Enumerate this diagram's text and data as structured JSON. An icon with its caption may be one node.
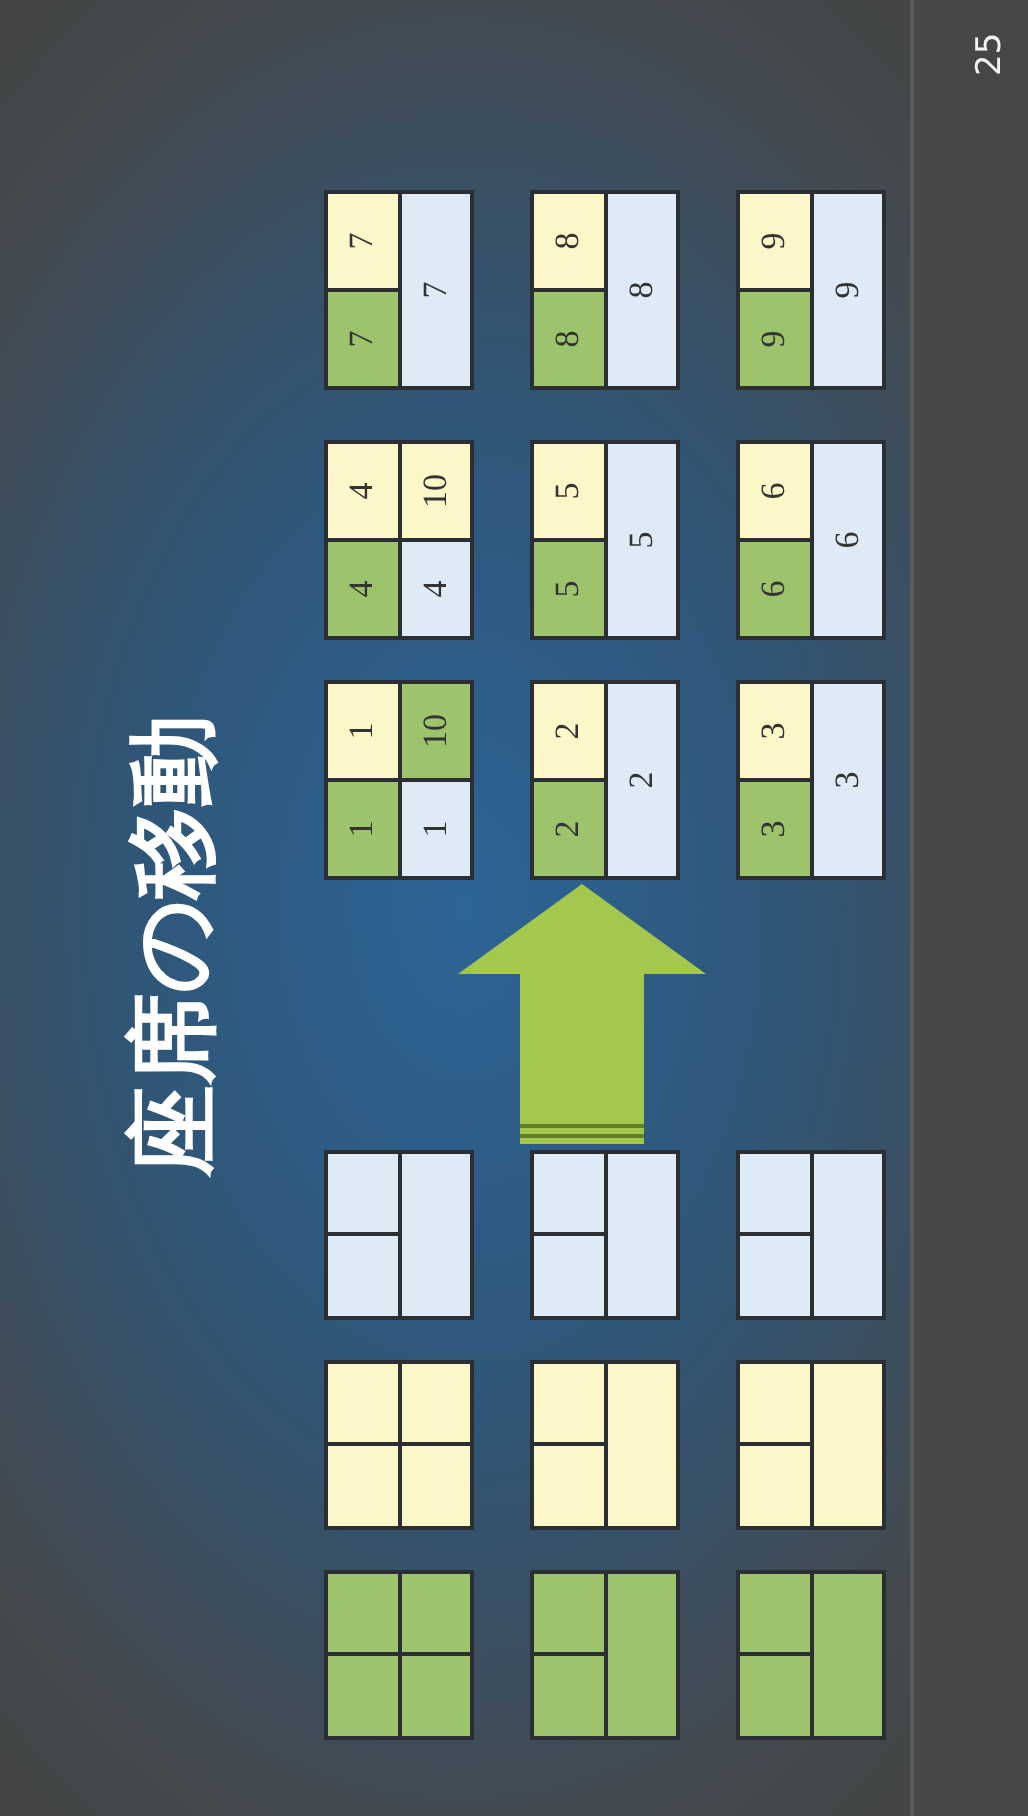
{
  "diagram": {
    "title": "座席の移動",
    "nodes": [
      {
        "text": [],
        "shape": "box"
      },
      {
        "text": [],
        "shape": "box"
      },
      {
        "text": [],
        "shape": "box"
      },
      {
        "text": [],
        "shape": "box"
      },
      {
        "text": [],
        "shape": "box"
      },
      {
        "text": [],
        "shape": "box"
      },
      {
        "text": [],
        "shape": "box"
      },
      {
        "text": [],
        "shape": "box"
      },
      {
        "text": [],
        "shape": "box"
      },
      {
        "text": [
          "1",
          "1",
          "1",
          "10"
        ]
      },
      {
        "text": [
          "4",
          "4",
          "4",
          "10"
        ]
      },
      {
        "text": [
          "7",
          "7",
          "7"
        ]
      },
      {
        "text": [
          "2",
          "2",
          "2"
        ]
      },
      {
        "text": [
          "5",
          "5",
          "5"
        ]
      },
      {
        "text": [
          "8",
          "8",
          "8"
        ]
      },
      {
        "text": [
          "3",
          "3",
          "3"
        ]
      },
      {
        "text": [
          "6",
          "6",
          "6"
        ]
      },
      {
        "text": [
          "9",
          "9",
          "9"
        ]
      }
    ],
    "edges": [
      {
        "from": 5,
        "to": 12,
        "arrow": "to"
      }
    ],
    "labels": [
      "25"
    ]
  }
}
